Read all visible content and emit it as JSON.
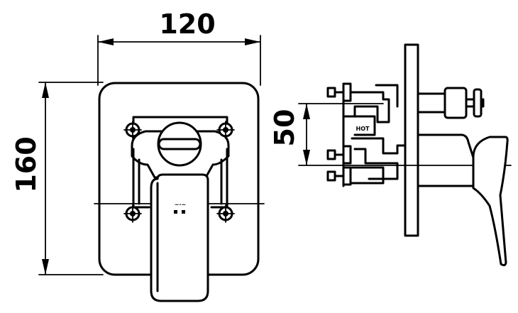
{
  "front_view": {
    "width_dimension": "120",
    "height_dimension": "160"
  },
  "side_view": {
    "offset_dimension": "50",
    "label_hot": "HOT"
  },
  "colors": {
    "line": "#000000",
    "background": "#ffffff"
  }
}
